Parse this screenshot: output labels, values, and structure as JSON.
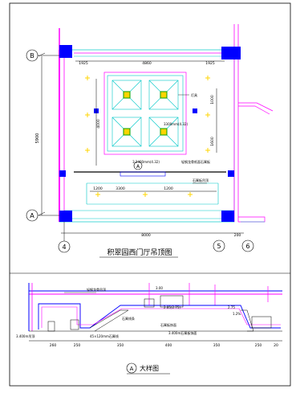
{
  "plan": {
    "title": "积翠园西门厅吊顶图",
    "axis_top_left": "B",
    "axis_bottom_left": "A",
    "axis_bottom_mid": "4",
    "axis_bottom_right1": "5",
    "axis_bottom_right2": "6",
    "dim_left_vertical": "5900",
    "dim_top_a": "1925",
    "dim_top_b": "4860",
    "dim_top_c": "1925",
    "dim_bottom_overall": "8000",
    "dim_bottom_right": "200",
    "dim_right_1": "1000",
    "dim_right_2": "1600",
    "dim_inner_left": "4000",
    "dim_lower_1": "3300",
    "dim_lower_2": "1200",
    "dim_lower_3": "1200",
    "note_center": "3.2400mm(4.32)",
    "note_right": "3300mm(4.32)",
    "note_lamp": "灯具",
    "note_lower": "石膏板吊顶",
    "note_side": "轻钢龙骨纸面石膏板",
    "marker_a": "A"
  },
  "detail": {
    "title": "大样图",
    "marker": "A",
    "note_left_top": "轻钢龙骨吊顶",
    "note_mid1": "3.00",
    "note_mid2": "2.85(2.75)",
    "note_mid3": "石膏线条",
    "note_mid4": "石膏板饰面",
    "note_right1": "2.75",
    "note_right2": "1.2%",
    "note_bottom1": "45×120mm石膏线",
    "note_bottom2": "3.400m石膏板饰面",
    "note_left_bottom": "3.400m吊顶",
    "dims": [
      "260",
      "250",
      "350",
      "400",
      "350",
      "250",
      "20"
    ]
  },
  "colors": {
    "line": "#0000ff",
    "accent": "#00c8c8",
    "magenta": "#ff00ff",
    "yellow": "#ffd400",
    "green": "#00a000",
    "dark": "#000000"
  }
}
